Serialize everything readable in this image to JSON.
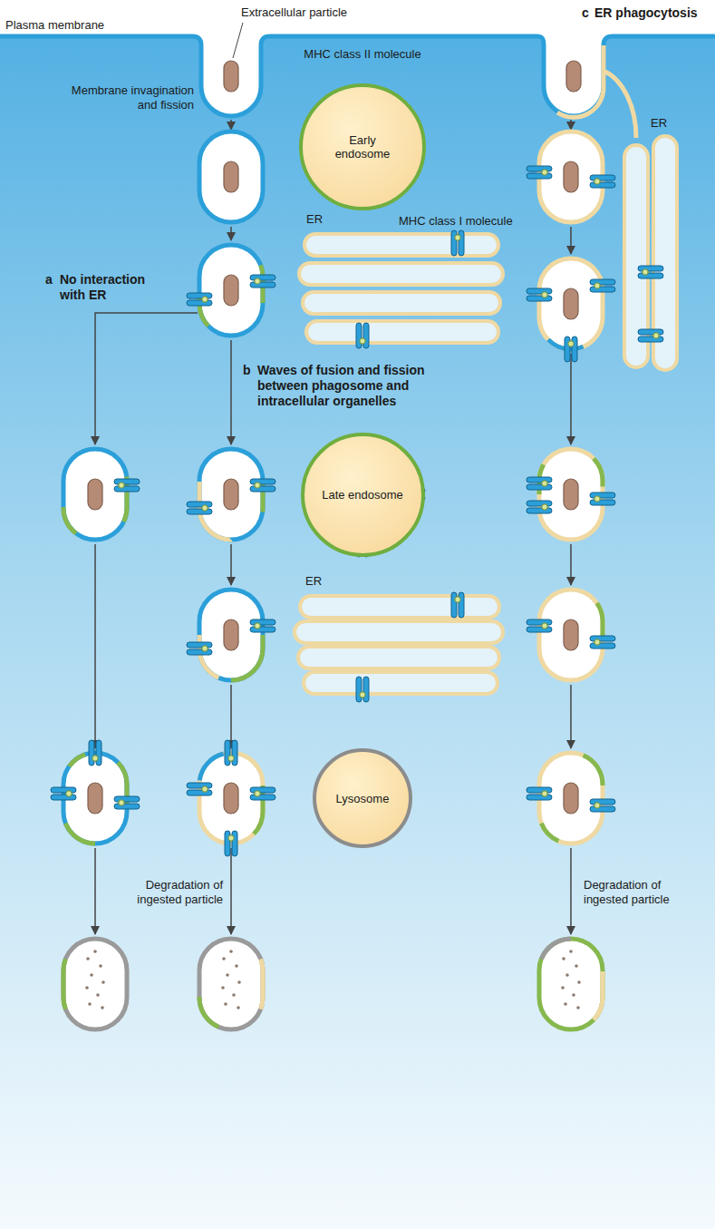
{
  "diagram": {
    "nodes": [
      {
        "text": [
          "Early endosome"
        ]
      },
      {
        "text": [
          "ER"
        ]
      },
      {
        "text": [
          "ER"
        ]
      },
      {
        "text": [
          "Late endosome"
        ]
      },
      {
        "text": [
          "ER"
        ]
      },
      {
        "text": [
          "Lysosome"
        ]
      }
    ],
    "labels": [
      "Extracellular particle",
      "Plasma membrane",
      "c",
      "ER phagocytosis",
      "Membrane invagination and fission",
      "MHC class II molecule",
      "MHC class I molecule",
      "a",
      "No interaction with ER",
      "b",
      "Waves of fusion and fission between phagosome and intracellular organelles",
      "Degradation of ingested particle",
      "Degradation of ingested particle"
    ]
  }
}
